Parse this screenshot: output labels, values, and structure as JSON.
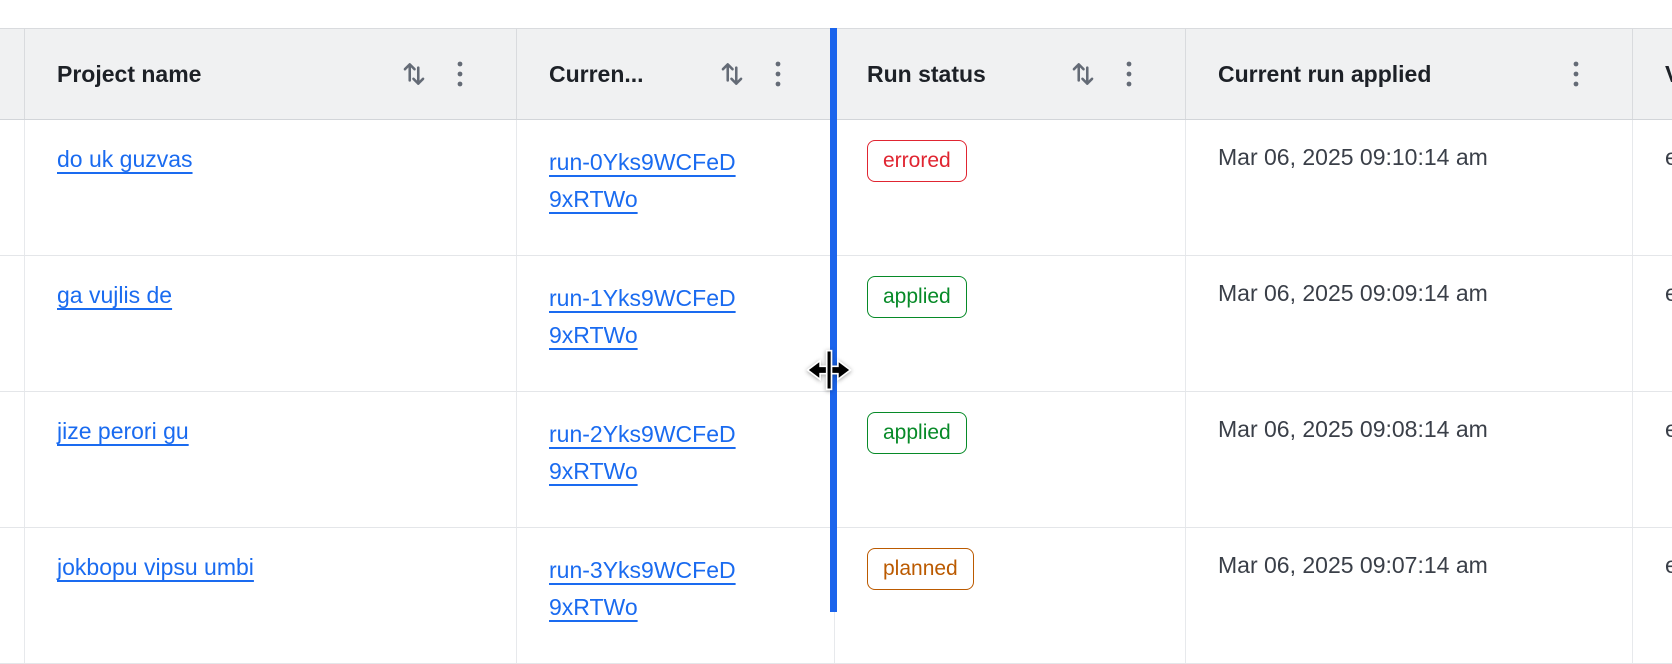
{
  "table": {
    "columns": [
      {
        "id": "edge",
        "label": ""
      },
      {
        "id": "project",
        "label": "Project name",
        "sortable": true,
        "has_menu": true
      },
      {
        "id": "current_run",
        "label": "Curren...",
        "sortable": true,
        "has_menu": true
      },
      {
        "id": "run_status",
        "label": "Run status",
        "sortable": true,
        "has_menu": true
      },
      {
        "id": "run_applied",
        "label": "Current run applied",
        "sortable": false,
        "has_menu": true
      },
      {
        "id": "partial",
        "label": "V"
      }
    ],
    "rows": [
      {
        "project": "do uk guzvas",
        "run_line1": "run-0Yks9WCFeD",
        "run_line2": "9xRTWo",
        "status": "errored",
        "applied": "Mar 06, 2025 09:10:14 am",
        "partial": "e"
      },
      {
        "project": "ga vujlis de",
        "run_line1": "run-1Yks9WCFeD",
        "run_line2": "9xRTWo",
        "status": "applied",
        "applied": "Mar 06, 2025 09:09:14 am",
        "partial": "e"
      },
      {
        "project": "jize perori gu",
        "run_line1": "run-2Yks9WCFeD",
        "run_line2": "9xRTWo",
        "status": "applied",
        "applied": "Mar 06, 2025 09:08:14 am",
        "partial": "e"
      },
      {
        "project": "jokbopu vipsu umbi",
        "run_line1": "run-3Yks9WCFeD",
        "run_line2": "9xRTWo",
        "status": "planned",
        "applied": "Mar 06, 2025 09:07:14 am",
        "partial": "e"
      }
    ]
  },
  "colors": {
    "resize_indicator": "#1b64ec",
    "link": "#1a6bf0",
    "header_bg": "#f0f1f2",
    "status_errored": "#e02531",
    "status_applied": "#078a28",
    "status_planned": "#bb5a00",
    "body_text": "#3a3f48"
  },
  "cursor": {
    "type": "col-resize"
  }
}
